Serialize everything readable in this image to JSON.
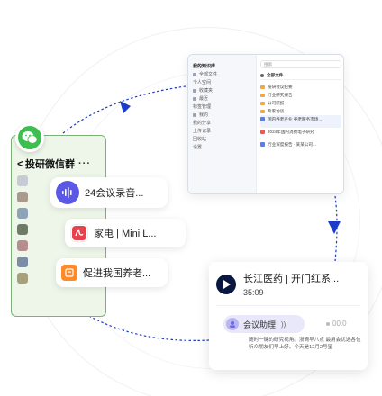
{
  "wechat": {
    "group_name": "投研微信群",
    "more": "···",
    "back": "<"
  },
  "messages": [
    {
      "label": "24会议录音...",
      "icon": "audio-wave-icon"
    },
    {
      "label": "家电 | Mini L...",
      "icon": "pdf-icon"
    },
    {
      "label": "促进我国养老...",
      "icon": "article-icon"
    }
  ],
  "app_window": {
    "sidebar": [
      "我的知识库",
      "全部文件",
      "个人空间",
      "收藏夹",
      "最近",
      "标签管理",
      "我的",
      "我的分享",
      "上传记录",
      "回收站",
      "设置"
    ],
    "search_placeholder": "搜索",
    "list_header": "全部文件",
    "folders": [
      "投研会议纪要",
      "行业研究报告",
      "公司研报",
      "专家访谈"
    ],
    "docs": [
      "国内养老产业 养老服务市场...",
      "2024年国内消费电子研究",
      "行业深度报告 · 某某公司..."
    ]
  },
  "meeting": {
    "title": "长江医药 | 开门红系...",
    "duration": "35:09",
    "assistant_label": "会议助理",
    "timestamp": "00:0",
    "summary": "随时一键的研究视角。浙商早八点 最用会优选各位听众朋友们早上好。今天是12月2号星"
  },
  "colors": {
    "wechat_green": "#3dbf4f",
    "card_bg": "#eef6ea",
    "audio_purple": "#5b58e6",
    "article_orange": "#ff8a2a",
    "play_navy": "#0a1740",
    "arrow_blue": "#1a3cc7"
  }
}
